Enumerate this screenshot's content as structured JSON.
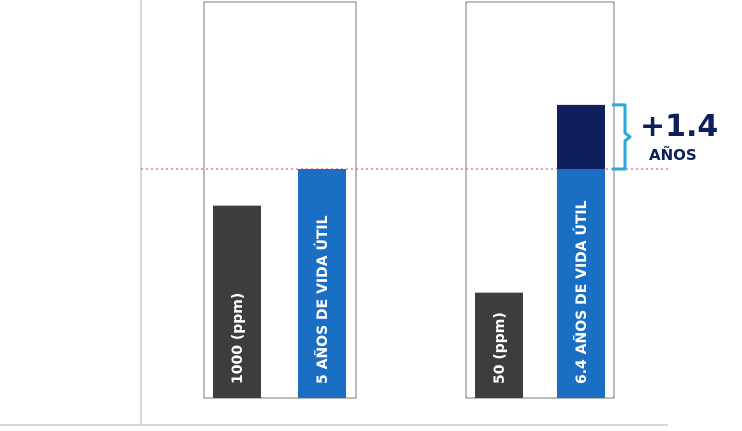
{
  "chart_data": {
    "type": "bar",
    "title": "",
    "xlabel": "",
    "ylabel": "",
    "ylim": [
      0,
      8
    ],
    "grid": false,
    "reference_line_value": 5,
    "groups": [
      {
        "bars": [
          {
            "label": "1000 (ppm)",
            "value": 4.2,
            "color": "#3d3d3d"
          },
          {
            "label": "5 AÑOS DE VIDA ÚTIL",
            "value": 5,
            "color": "#1a6fc4"
          }
        ]
      },
      {
        "bars": [
          {
            "label": "50 (ppm)",
            "value": 2.3,
            "color": "#3d3d3d"
          },
          {
            "label": "6.4 AÑOS DE VIDA ÚTIL",
            "value": 5,
            "color": "#1a6fc4",
            "extension": 1.4,
            "extension_color": "#0d1f5c"
          }
        ]
      }
    ],
    "annotation": {
      "big": "+1.4",
      "small": "AÑOS",
      "color": "#0d1f5c",
      "bracket_color": "#29a8e0"
    },
    "reference_line_color": "#e8336a"
  }
}
